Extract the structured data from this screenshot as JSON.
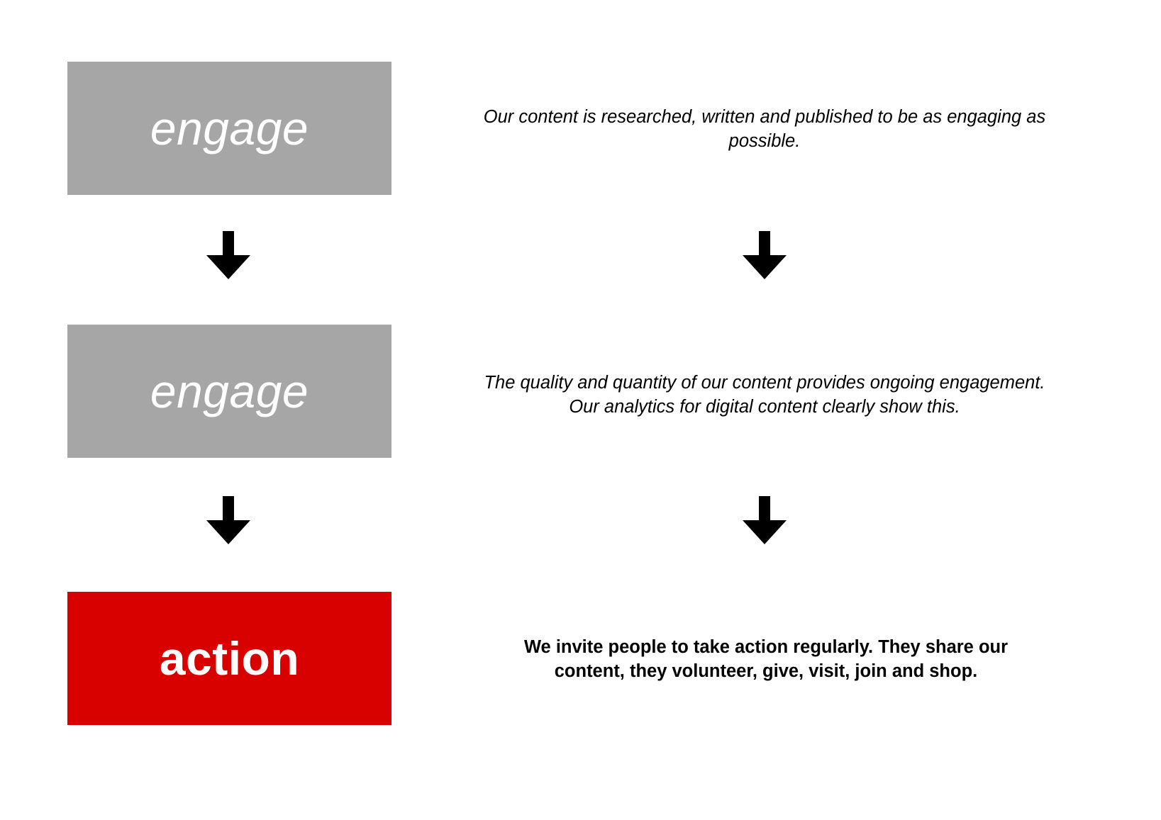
{
  "document": {
    "title": "engage engage action process diagram",
    "background_color": "#ffffff"
  },
  "palette": {
    "gray": "#a6a6a6",
    "red": "#d90000",
    "text": "#000000",
    "box_label": "#ffffff"
  },
  "icons": {
    "arrow_down": "arrow-down-icon"
  },
  "stages": [
    {
      "id": "stage-1",
      "label": "engage",
      "box_color": "#a6a6a6",
      "label_color": "#ffffff",
      "label_style": "italic",
      "description": "Our content is researched, written and published to be as engaging as possible.",
      "description_style": "italic"
    },
    {
      "id": "stage-2",
      "label": "engage",
      "box_color": "#a6a6a6",
      "label_color": "#ffffff",
      "label_style": "italic",
      "description": "The quality and quantity of our content provides ongoing engagement. Our analytics for digital content clearly show this.",
      "description_style": "italic"
    },
    {
      "id": "stage-3",
      "label": "action",
      "box_color": "#d90000",
      "label_color": "#ffffff",
      "label_style": "bold",
      "description": "We invite people to take action regularly. They share our content, they volunteer, give, visit, join and shop.",
      "description_style": "bold"
    }
  ],
  "connectors": [
    {
      "id": "connector-left-1",
      "icon": "arrow-down-icon",
      "color": "#000000"
    },
    {
      "id": "connector-left-2",
      "icon": "arrow-down-icon",
      "color": "#000000"
    },
    {
      "id": "connector-right-1",
      "icon": "arrow-down-icon",
      "color": "#000000"
    },
    {
      "id": "connector-right-2",
      "icon": "arrow-down-icon",
      "color": "#000000"
    }
  ]
}
